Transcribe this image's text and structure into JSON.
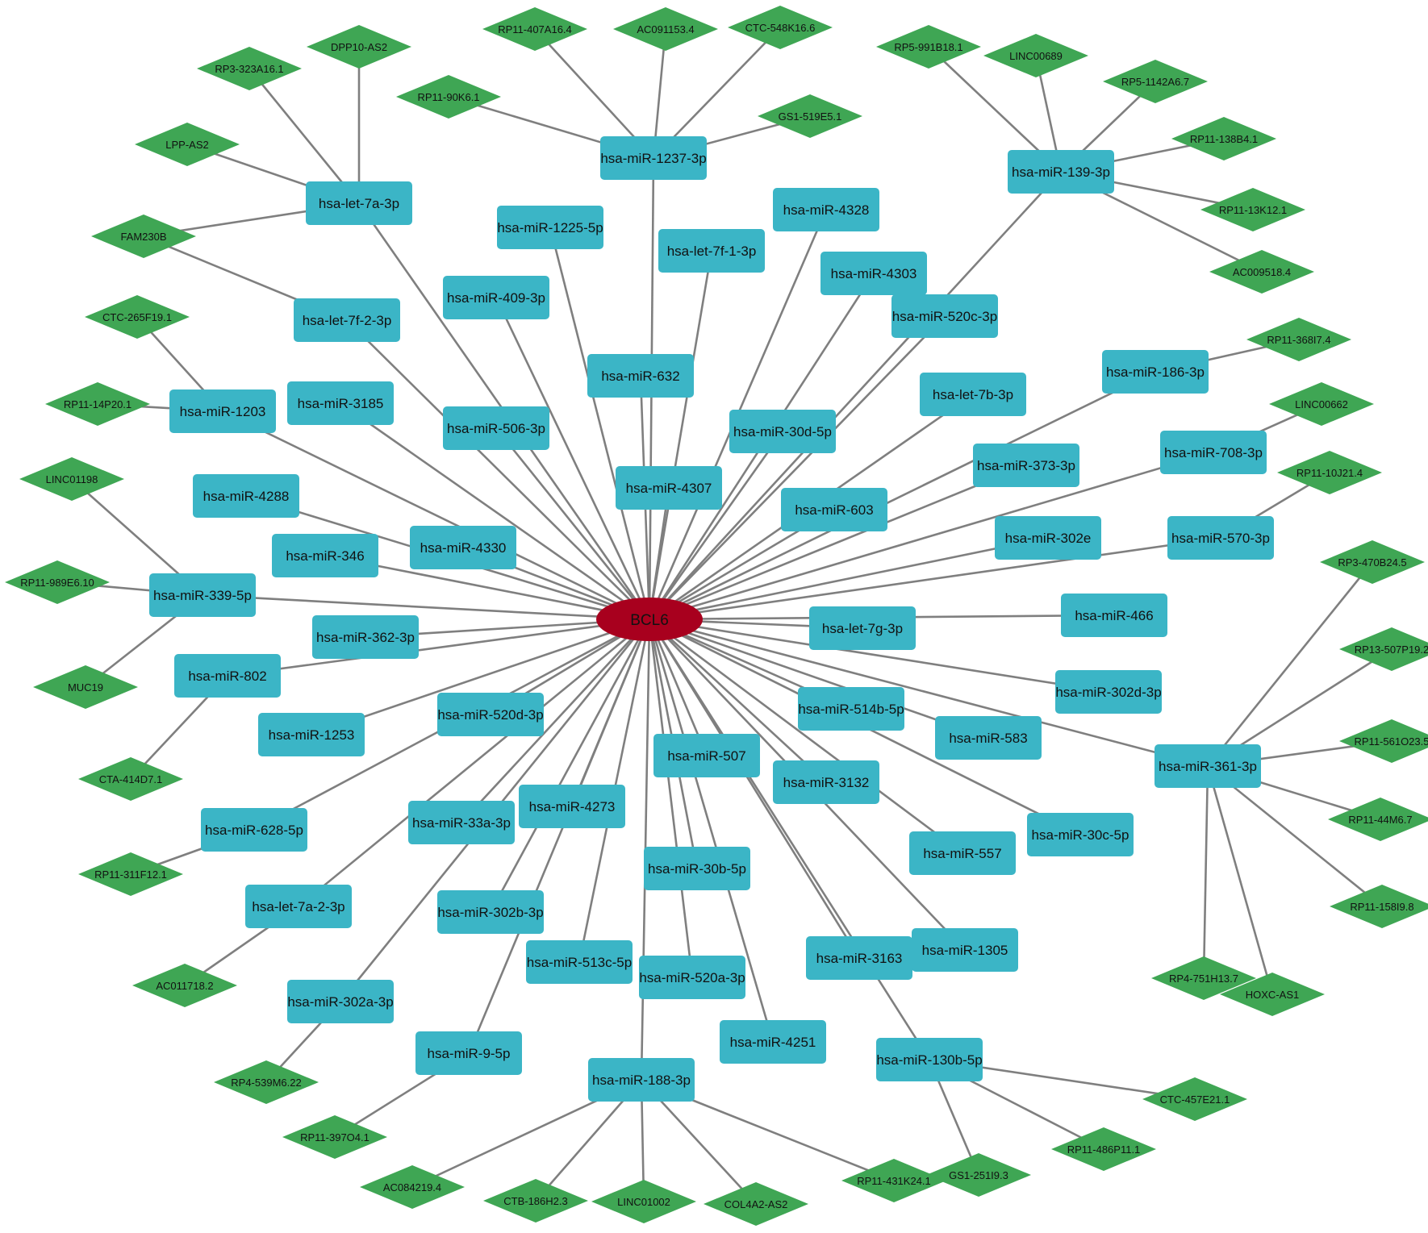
{
  "colors": {
    "hub_fill": "#a8001e",
    "mirna_fill": "#3bb5c6",
    "lncrna_fill": "#3fa654",
    "edge": "#7f7f7f"
  },
  "hub": {
    "label": "BCL6"
  },
  "mirnas": [
    {
      "label": "hsa-miR-1237-3p"
    },
    {
      "label": "hsa-let-7a-3p"
    },
    {
      "label": "hsa-miR-139-3p"
    },
    {
      "label": "hsa-miR-1225-5p"
    },
    {
      "label": "hsa-miR-4328"
    },
    {
      "label": "hsa-let-7f-1-3p"
    },
    {
      "label": "hsa-miR-4303"
    },
    {
      "label": "hsa-miR-409-3p"
    },
    {
      "label": "hsa-let-7f-2-3p"
    },
    {
      "label": "hsa-miR-520c-3p"
    },
    {
      "label": "hsa-miR-632"
    },
    {
      "label": "hsa-miR-186-3p"
    },
    {
      "label": "hsa-miR-1203"
    },
    {
      "label": "hsa-miR-3185"
    },
    {
      "label": "hsa-let-7b-3p"
    },
    {
      "label": "hsa-miR-506-3p"
    },
    {
      "label": "hsa-miR-30d-5p"
    },
    {
      "label": "hsa-miR-708-3p"
    },
    {
      "label": "hsa-miR-373-3p"
    },
    {
      "label": "hsa-miR-4307"
    },
    {
      "label": "hsa-miR-4288"
    },
    {
      "label": "hsa-miR-603"
    },
    {
      "label": "hsa-miR-570-3p"
    },
    {
      "label": "hsa-miR-302e"
    },
    {
      "label": "hsa-miR-4330"
    },
    {
      "label": "hsa-miR-346"
    },
    {
      "label": "hsa-miR-339-5p"
    },
    {
      "label": "hsa-let-7g-3p"
    },
    {
      "label": "hsa-miR-466"
    },
    {
      "label": "hsa-miR-362-3p"
    },
    {
      "label": "hsa-miR-802"
    },
    {
      "label": "hsa-miR-302d-3p"
    },
    {
      "label": "hsa-miR-514b-5p"
    },
    {
      "label": "hsa-miR-520d-3p"
    },
    {
      "label": "hsa-miR-1253"
    },
    {
      "label": "hsa-miR-583"
    },
    {
      "label": "hsa-miR-507"
    },
    {
      "label": "hsa-miR-3132"
    },
    {
      "label": "hsa-miR-361-3p"
    },
    {
      "label": "hsa-miR-4273"
    },
    {
      "label": "hsa-miR-628-5p"
    },
    {
      "label": "hsa-miR-33a-3p"
    },
    {
      "label": "hsa-miR-30c-5p"
    },
    {
      "label": "hsa-miR-557"
    },
    {
      "label": "hsa-miR-30b-5p"
    },
    {
      "label": "hsa-let-7a-2-3p"
    },
    {
      "label": "hsa-miR-302b-3p"
    },
    {
      "label": "hsa-miR-513c-5p"
    },
    {
      "label": "hsa-miR-3163"
    },
    {
      "label": "hsa-miR-1305"
    },
    {
      "label": "hsa-miR-520a-3p"
    },
    {
      "label": "hsa-miR-302a-3p"
    },
    {
      "label": "hsa-miR-4251"
    },
    {
      "label": "hsa-miR-9-5p"
    },
    {
      "label": "hsa-miR-130b-5p"
    },
    {
      "label": "hsa-miR-188-3p"
    }
  ],
  "lncrnas": [
    {
      "label": "RP11-407A16.4"
    },
    {
      "label": "AC091153.4"
    },
    {
      "label": "CTC-548K16.6"
    },
    {
      "label": "DPP10-AS2"
    },
    {
      "label": "RP3-323A16.1"
    },
    {
      "label": "RP11-90K6.1"
    },
    {
      "label": "GS1-519E5.1"
    },
    {
      "label": "RP5-991B18.1"
    },
    {
      "label": "LINC00689"
    },
    {
      "label": "RP5-1142A6.7"
    },
    {
      "label": "RP11-138B4.1"
    },
    {
      "label": "LPP-AS2"
    },
    {
      "label": "RP11-13K12.1"
    },
    {
      "label": "FAM230B"
    },
    {
      "label": "AC009518.4"
    },
    {
      "label": "CTC-265F19.1"
    },
    {
      "label": "RP11-368I7.4"
    },
    {
      "label": "RP11-14P20.1"
    },
    {
      "label": "LINC00662"
    },
    {
      "label": "LINC01198"
    },
    {
      "label": "RP11-10J21.4"
    },
    {
      "label": "RP11-989E6.10"
    },
    {
      "label": "RP3-470B24.5"
    },
    {
      "label": "MUC19"
    },
    {
      "label": "RP13-507P19.2"
    },
    {
      "label": "RP11-561O23.5"
    },
    {
      "label": "CTA-414D7.1"
    },
    {
      "label": "RP11-44M6.7"
    },
    {
      "label": "RP11-311F12.1"
    },
    {
      "label": "RP11-158I9.8"
    },
    {
      "label": "AC011718.2"
    },
    {
      "label": "RP4-751H13.7"
    },
    {
      "label": "HOXC-AS1"
    },
    {
      "label": "RP4-539M6.22"
    },
    {
      "label": "CTC-457E21.1"
    },
    {
      "label": "RP11-486P11.1"
    },
    {
      "label": "RP11-397O4.1"
    },
    {
      "label": "GS1-251I9.3"
    },
    {
      "label": "AC084219.4"
    },
    {
      "label": "RP11-431K24.1"
    },
    {
      "label": "CTB-186H2.3"
    },
    {
      "label": "LINC01002"
    },
    {
      "label": "COL4A2-AS2"
    }
  ],
  "lnc_edges": [
    [
      "hsa-miR-1237-3p",
      "RP11-407A16.4"
    ],
    [
      "hsa-miR-1237-3p",
      "AC091153.4"
    ],
    [
      "hsa-miR-1237-3p",
      "CTC-548K16.6"
    ],
    [
      "hsa-miR-1237-3p",
      "RP11-90K6.1"
    ],
    [
      "hsa-miR-1237-3p",
      "GS1-519E5.1"
    ],
    [
      "hsa-let-7a-3p",
      "DPP10-AS2"
    ],
    [
      "hsa-let-7a-3p",
      "RP3-323A16.1"
    ],
    [
      "hsa-let-7a-3p",
      "LPP-AS2"
    ],
    [
      "hsa-let-7a-3p",
      "FAM230B"
    ],
    [
      "hsa-let-7f-2-3p",
      "FAM230B"
    ],
    [
      "hsa-miR-139-3p",
      "RP5-991B18.1"
    ],
    [
      "hsa-miR-139-3p",
      "LINC00689"
    ],
    [
      "hsa-miR-139-3p",
      "RP5-1142A6.7"
    ],
    [
      "hsa-miR-139-3p",
      "RP11-138B4.1"
    ],
    [
      "hsa-miR-139-3p",
      "RP11-13K12.1"
    ],
    [
      "hsa-miR-139-3p",
      "AC009518.4"
    ],
    [
      "hsa-miR-1203",
      "CTC-265F19.1"
    ],
    [
      "hsa-miR-1203",
      "RP11-14P20.1"
    ],
    [
      "hsa-miR-186-3p",
      "RP11-368I7.4"
    ],
    [
      "hsa-miR-708-3p",
      "LINC00662"
    ],
    [
      "hsa-miR-570-3p",
      "RP11-10J21.4"
    ],
    [
      "hsa-miR-339-5p",
      "LINC01198"
    ],
    [
      "hsa-miR-339-5p",
      "RP11-989E6.10"
    ],
    [
      "hsa-miR-339-5p",
      "MUC19"
    ],
    [
      "hsa-miR-802",
      "CTA-414D7.1"
    ],
    [
      "hsa-miR-628-5p",
      "RP11-311F12.1"
    ],
    [
      "hsa-let-7a-2-3p",
      "AC011718.2"
    ],
    [
      "hsa-miR-302a-3p",
      "RP4-539M6.22"
    ],
    [
      "hsa-miR-9-5p",
      "RP11-397O4.1"
    ],
    [
      "hsa-miR-361-3p",
      "RP3-470B24.5"
    ],
    [
      "hsa-miR-361-3p",
      "RP13-507P19.2"
    ],
    [
      "hsa-miR-361-3p",
      "RP11-561O23.5"
    ],
    [
      "hsa-miR-361-3p",
      "RP11-44M6.7"
    ],
    [
      "hsa-miR-361-3p",
      "RP11-158I9.8"
    ],
    [
      "hsa-miR-361-3p",
      "HOXC-AS1"
    ],
    [
      "hsa-miR-361-3p",
      "RP4-751H13.7"
    ],
    [
      "hsa-miR-130b-5p",
      "CTC-457E21.1"
    ],
    [
      "hsa-miR-130b-5p",
      "RP11-486P11.1"
    ],
    [
      "hsa-miR-130b-5p",
      "GS1-251I9.3"
    ],
    [
      "hsa-miR-188-3p",
      "AC084219.4"
    ],
    [
      "hsa-miR-188-3p",
      "CTB-186H2.3"
    ],
    [
      "hsa-miR-188-3p",
      "LINC01002"
    ],
    [
      "hsa-miR-188-3p",
      "COL4A2-AS2"
    ],
    [
      "hsa-miR-188-3p",
      "RP11-431K24.1"
    ]
  ]
}
